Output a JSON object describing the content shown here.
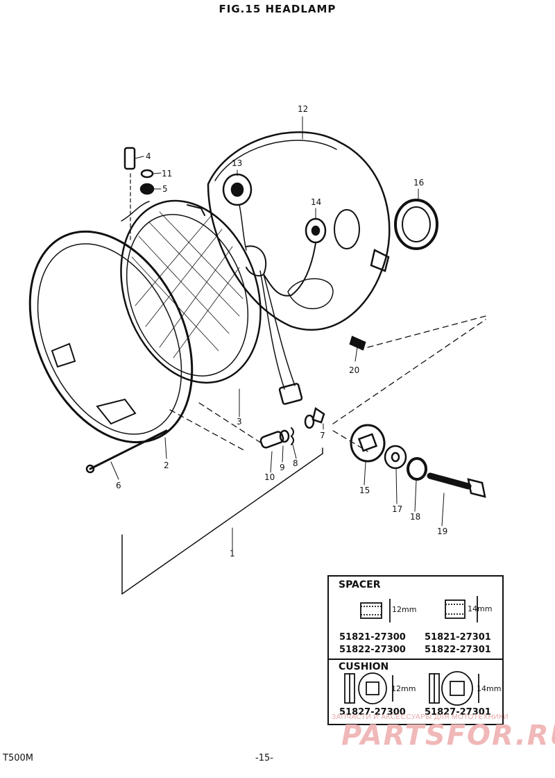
{
  "title": "FIG.15  HEADLAMP",
  "callouts": {
    "p1": "1",
    "p2": "2",
    "p3": "3",
    "p4": "4",
    "p5": "5",
    "p6": "6",
    "p7": "7",
    "p8": "8",
    "p9": "9",
    "p10": "10",
    "p11": "11",
    "p12": "12",
    "p13": "13",
    "p14": "14",
    "p15": "15",
    "p16": "16",
    "p17": "17",
    "p18": "18",
    "p19": "19",
    "p20": "20"
  },
  "legend": {
    "spacer_heading": "SPACER",
    "spacer_dim_a": "12mm",
    "spacer_dim_b": "14mm",
    "spacer_a_part1": "51821-27300",
    "spacer_a_part2": "51822-27300",
    "spacer_b_part1": "51821-27301",
    "spacer_b_part2": "51822-27301",
    "cushion_heading": "CUSHION",
    "cushion_dim_a": "12mm",
    "cushion_dim_b": "14mm",
    "cushion_a_part": "51827-27300",
    "cushion_b_part": "51827-27301"
  },
  "watermark": {
    "text_ru": "ЗАПЧАСТИ И АКСЕССУАРЫ ДЛЯ МОТОТЕХНИКИ",
    "logo": "PARTSFOR.RU"
  },
  "footer": {
    "model": "T500M",
    "page": "-15-"
  }
}
